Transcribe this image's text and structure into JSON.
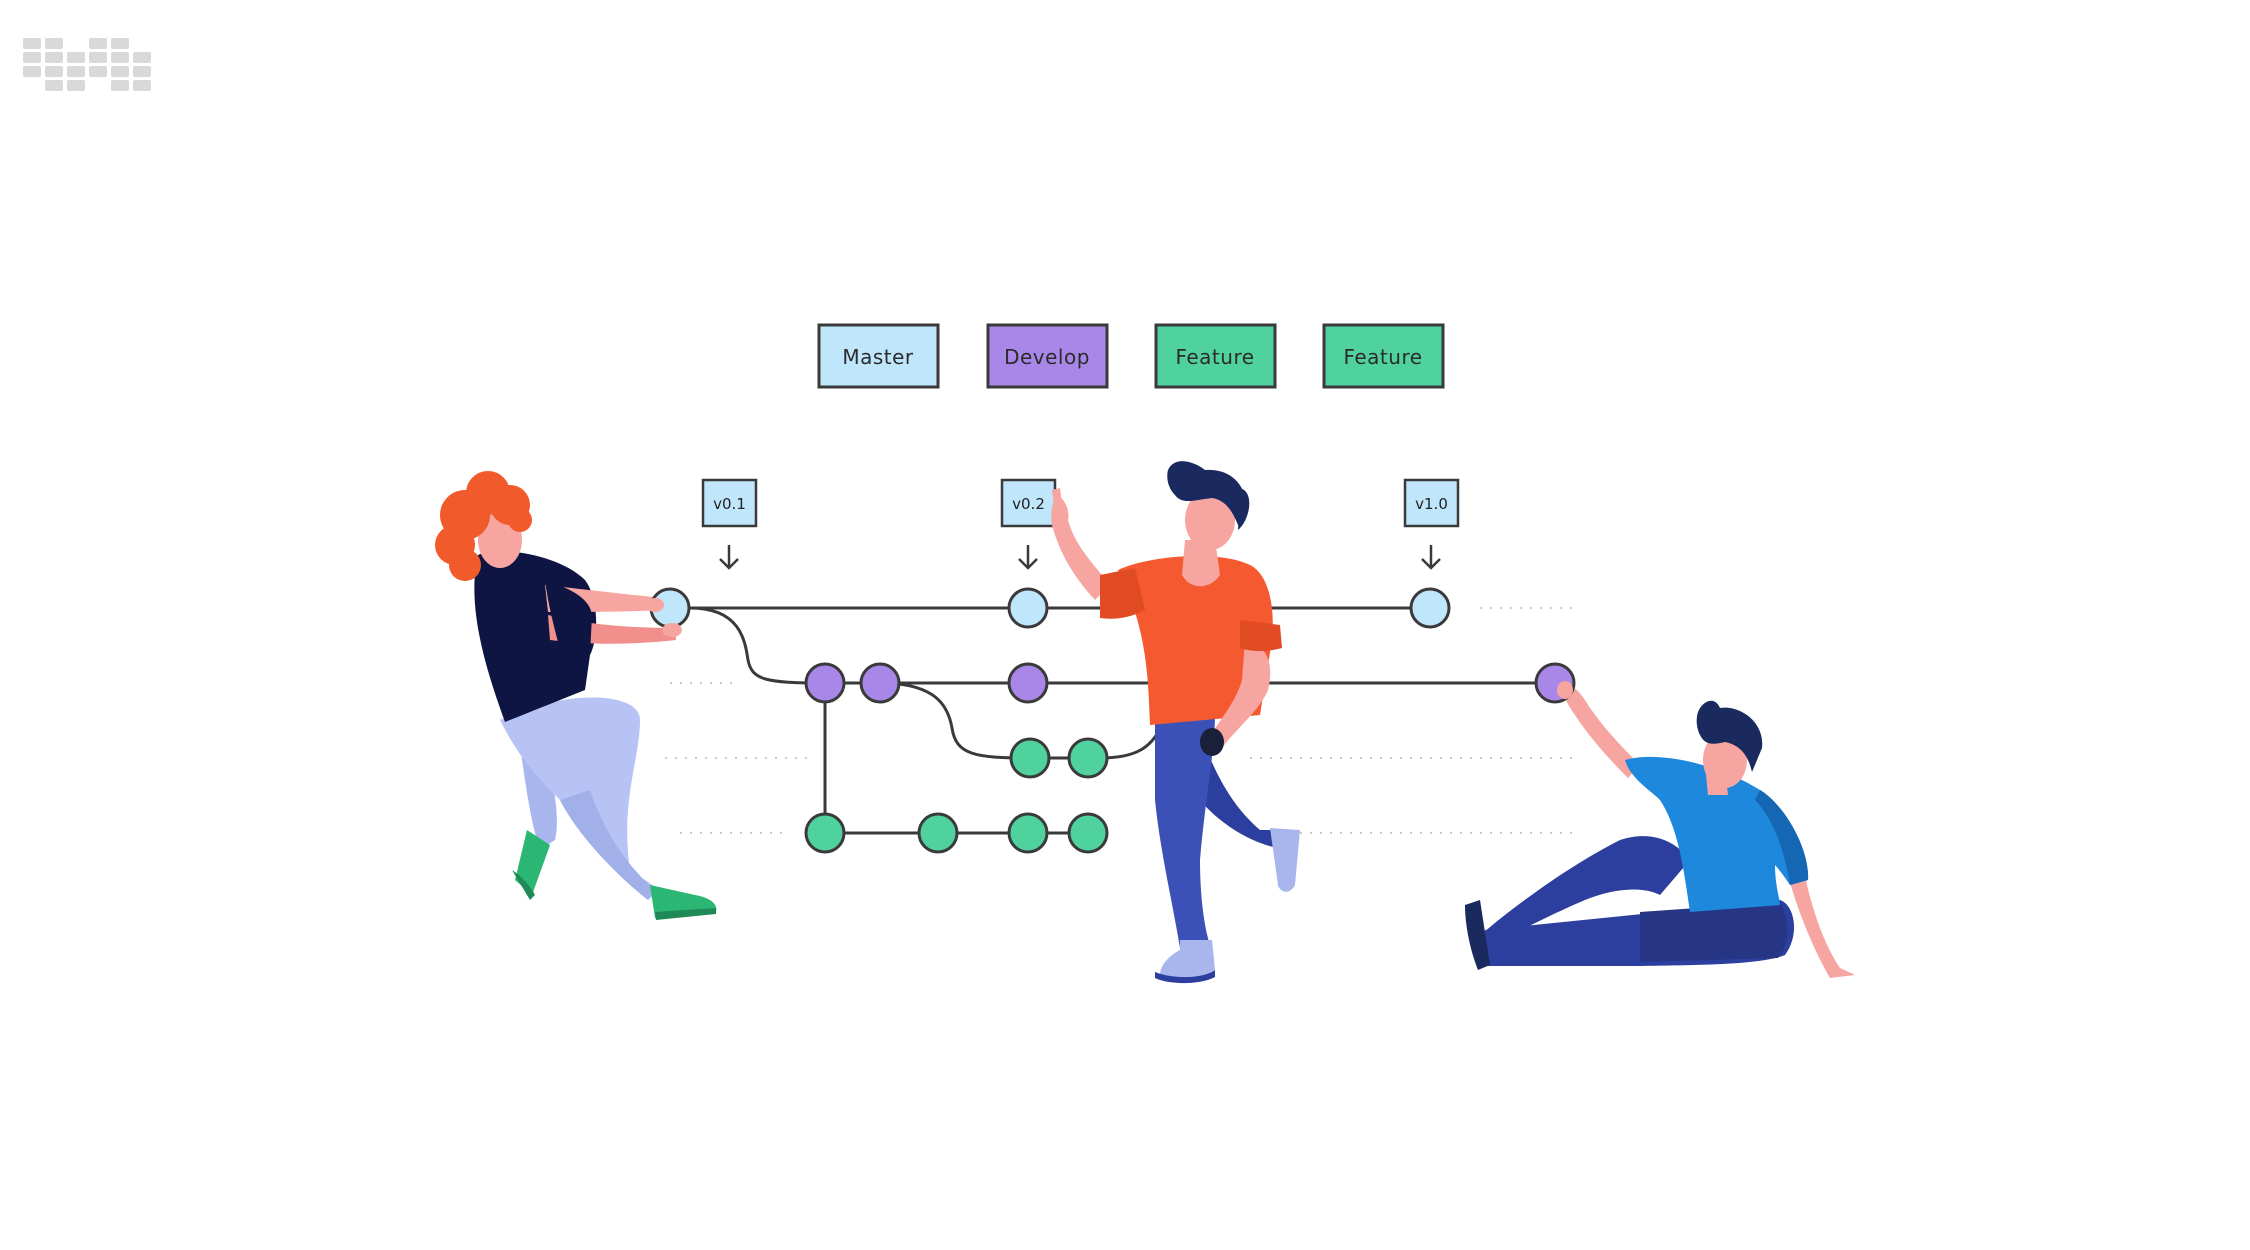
{
  "legend": {
    "items": [
      {
        "label": "Master",
        "color": "#bfe6fb"
      },
      {
        "label": "Develop",
        "color": "#a987e8"
      },
      {
        "label": "Feature",
        "color": "#4fd29e"
      },
      {
        "label": "Feature",
        "color": "#4fd29e"
      }
    ]
  },
  "tags": [
    {
      "label": "v0.1"
    },
    {
      "label": "v0.2"
    },
    {
      "label": "v1.0"
    }
  ],
  "colors": {
    "master": "#bfe6fb",
    "develop": "#a987e8",
    "feature": "#4fd29e",
    "stroke": "#3a3a3a",
    "logo": "#d9d9d9"
  },
  "icons": [
    "logo-icon",
    "arrow-down-icon"
  ]
}
